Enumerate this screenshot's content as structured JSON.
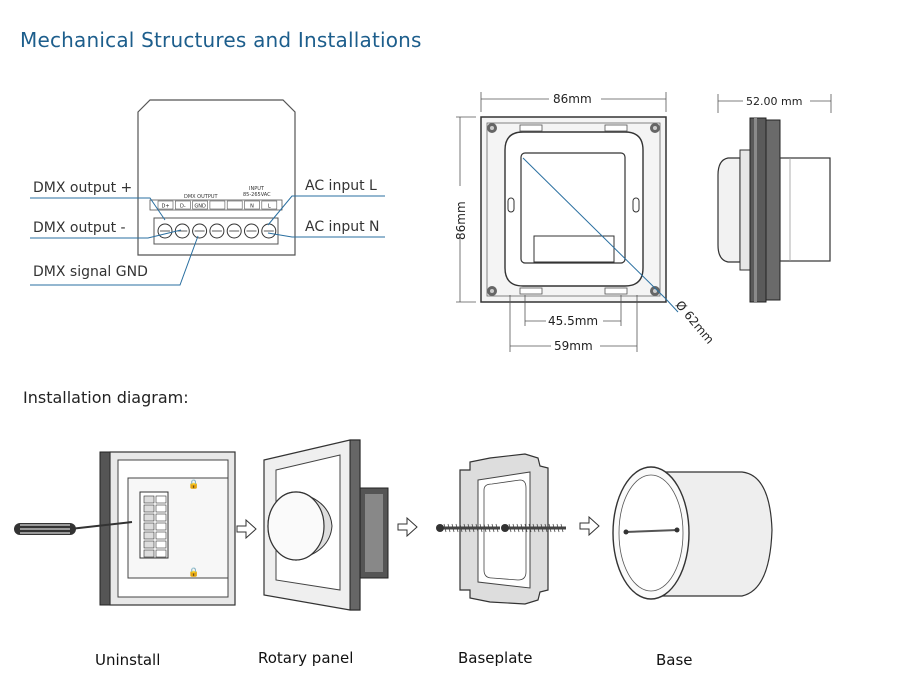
{
  "title": "Mechanical Structures and Installations",
  "wiring": {
    "dmx_output_plus": "DMX output +",
    "dmx_output_minus": "DMX output -",
    "dmx_signal_gnd": "DMX signal GND",
    "ac_input_l": "AC input  L",
    "ac_input_n": "AC input N",
    "block_label_dmx": "DMX OUTPUT",
    "block_label_input": "INPUT",
    "block_label_voltage": "85-265VAC",
    "terminals": [
      "D+",
      "D-",
      "GND",
      "",
      "",
      "N",
      "L"
    ]
  },
  "dimensions": {
    "width_top": "86mm",
    "height_left": "86mm",
    "depth": "52.00 mm",
    "inner_width": "45.5mm",
    "hole_spacing": "59mm",
    "diameter": "Ø 62mm"
  },
  "install": {
    "heading": "Installation diagram:",
    "steps": [
      "Uninstall",
      "Rotary panel",
      "Baseplate",
      "Base"
    ]
  }
}
